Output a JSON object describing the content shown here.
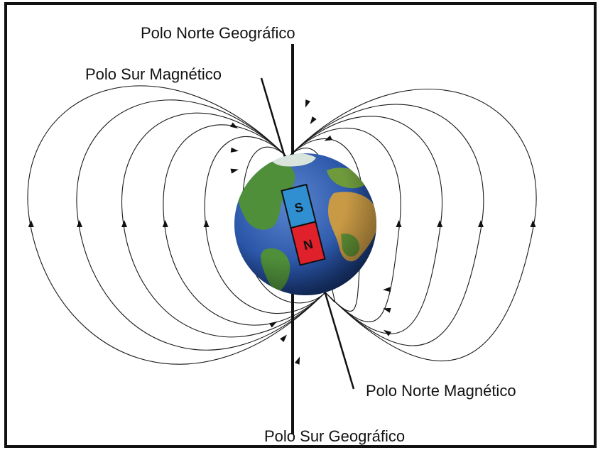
{
  "labels": {
    "geo_north": "Polo Norte Geográfico",
    "mag_south": "Polo Sur Magnético",
    "mag_north": "Polo Norte Magnético",
    "geo_south": "Polo Sur Geográfico"
  },
  "magnet": {
    "top_letter": "S",
    "bottom_letter": "N"
  },
  "colors": {
    "magnet_south": "#2f8fd0",
    "magnet_north": "#e0202a",
    "ocean": "#2a55a8",
    "land_green": "#4f8f3a",
    "land_desert": "#c99a45",
    "field_lines": "#1a1a1a"
  }
}
